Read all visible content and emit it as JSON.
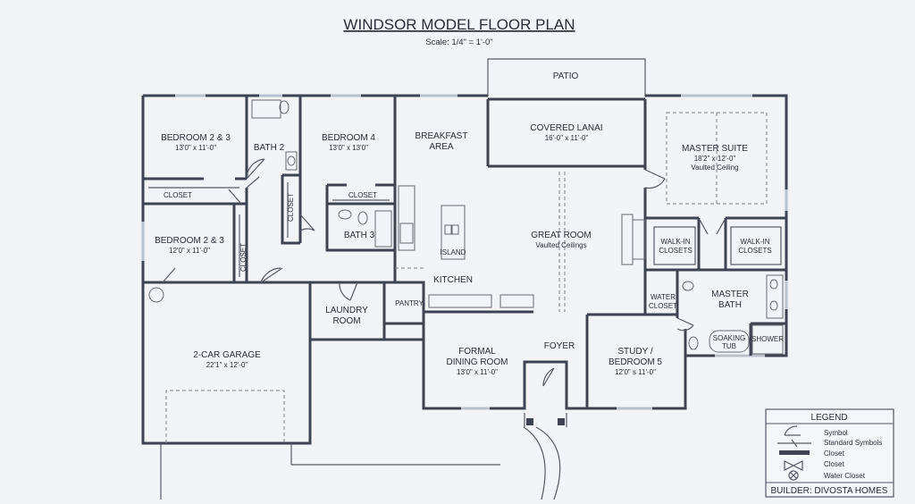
{
  "title": "WINDSOR MODEL FLOOR PLAN",
  "scale": "Scale: 1/4\" = 1'-0\"",
  "rooms": {
    "patio": {
      "name": "PATIO"
    },
    "covered_lanai": {
      "name": "COVERED LANAI",
      "dim": "16'-0\" x 11'-0\""
    },
    "bedroom_2_3_upper": {
      "name": "BEDROOM 2 & 3",
      "dim": "13'0\" x 11'-0\""
    },
    "bath_2": {
      "name": "BATH 2"
    },
    "bedroom_4": {
      "name": "BEDROOM 4",
      "dim": "13'0\" x 13'0\""
    },
    "breakfast_area": {
      "line1": "BREAKFAST",
      "line2": "AREA"
    },
    "master_suite": {
      "name": "MASTER SUITE",
      "dim": "18'2\" x 12'-0\"",
      "note": "Vaulted Ceiling"
    },
    "closet_bedroom_upper": {
      "name": "CLOSET"
    },
    "closet_vertical": {
      "name": "CLOSET"
    },
    "closet_bedroom_4": {
      "name": "CLOSET"
    },
    "closet_bedroom_lower": {
      "name": "CLOSET"
    },
    "bedroom_2_3_lower": {
      "name": "BEDROOM 2 & 3",
      "dim": "12'0\" x 11'-0\""
    },
    "bath_3": {
      "name": "BATH 3"
    },
    "island": {
      "name": "ISLAND"
    },
    "great_room": {
      "name": "GREAT ROOM",
      "note": "Vaulted Ceilings"
    },
    "walk_in_left": {
      "line1": "WALK-IN",
      "line2": "CLOSETS"
    },
    "walk_in_right": {
      "line1": "WALK-IN",
      "line2": "CLOSETS"
    },
    "kitchen": {
      "name": "KITCHEN"
    },
    "pantry": {
      "name": "PANTRY"
    },
    "laundry": {
      "line1": "LAUNDRY",
      "line2": "ROOM"
    },
    "water_closet": {
      "line1": "WATER",
      "line2": "CLOSET"
    },
    "master_bath": {
      "line1": "MASTER",
      "line2": "BATH"
    },
    "soaking_tub": {
      "line1": "SOAKING",
      "line2": "TUB"
    },
    "shower": {
      "name": "SHOWER"
    },
    "garage": {
      "name": "2-CAR GARAGE",
      "dim": "22'1\" x 12'-0\""
    },
    "formal_dining": {
      "line1": "FORMAL",
      "line2": "DINING ROOM",
      "dim": "13'0\" x 11'-0\""
    },
    "foyer": {
      "name": "FOYER"
    },
    "study": {
      "line1": "STUDY /",
      "line2": "BEDROOM 5",
      "dim": "12'0\" s 11'-0\""
    }
  },
  "legend": {
    "title": "LEGEND",
    "items": [
      {
        "label": "Symbol",
        "icon": "door-swing-icon"
      },
      {
        "label": "Standard Symbols",
        "icon": "window-icon"
      },
      {
        "label": "Closet",
        "icon": "closet-icon"
      },
      {
        "label": "Closet",
        "icon": "bifold-icon"
      },
      {
        "label": "Water Closet",
        "icon": "water-closet-icon"
      }
    ],
    "builder": "BUILDER: DIVOSTA HOMES"
  }
}
